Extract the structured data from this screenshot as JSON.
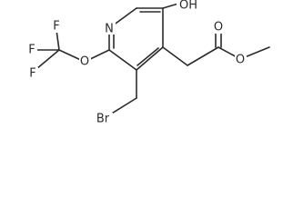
{
  "molecule": {
    "atoms": {
      "n_ring": "N",
      "oh": "OH",
      "f_top": "F",
      "f_left": "F",
      "f_bottom": "F",
      "o_ether": "O",
      "o_carbonyl": "O",
      "o_ester": "O",
      "br": "Br"
    }
  },
  "colors": {
    "bond": "#2b2b2b",
    "label": "#2b2b2b",
    "background": "#ffffff"
  }
}
